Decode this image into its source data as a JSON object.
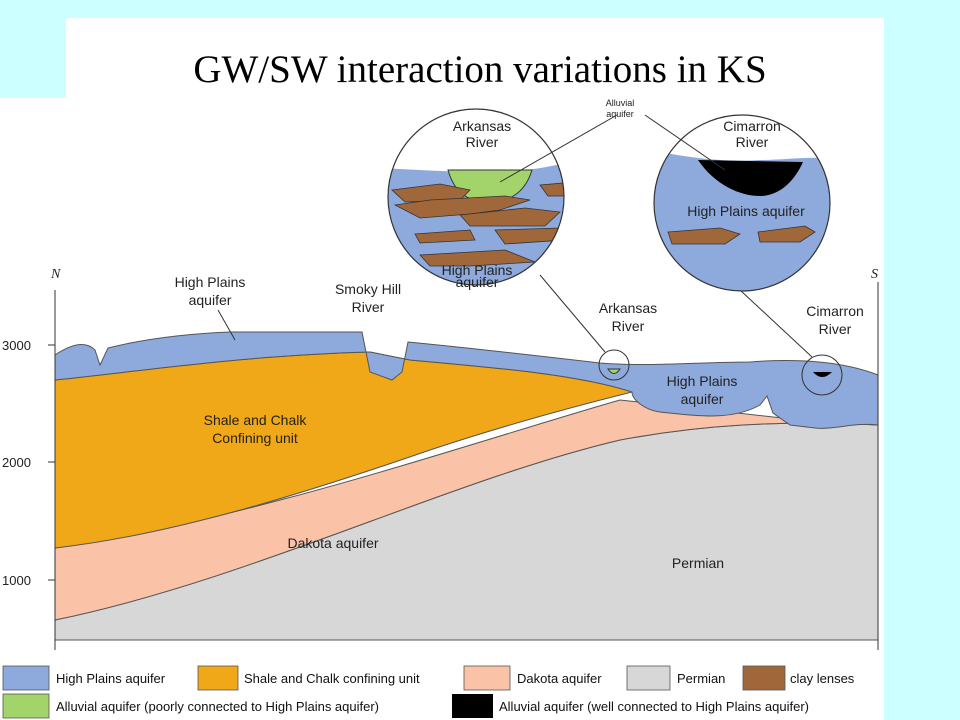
{
  "title": "GW/SW interaction variations in KS",
  "directions": {
    "north": "N",
    "south": "S"
  },
  "y_axis_ticks": [
    "3000",
    "2000",
    "1000"
  ],
  "section_labels": {
    "high_plains_top": [
      "High Plains",
      "aquifer"
    ],
    "smoky_hill": [
      "Smoky Hill",
      "River"
    ],
    "arkansas": [
      "Arkansas",
      "River"
    ],
    "cimarron": [
      "Cimarron",
      "River"
    ],
    "high_plains_right": [
      "High Plains",
      "aquifer"
    ],
    "shale_chalk": [
      "Shale and Chalk",
      "Confining unit"
    ],
    "dakota": "Dakota aquifer",
    "permian": "Permian"
  },
  "inset_left": {
    "river": [
      "Arkansas",
      "River"
    ],
    "alluvial": [
      "Alluvial",
      "aquifer"
    ],
    "aquifer": [
      "High Plains",
      "aquifer"
    ]
  },
  "inset_right": {
    "river": [
      "Cimarron",
      "River"
    ],
    "aquifer": "High Plains aquifer"
  },
  "legend": [
    {
      "label": "High Plains aquifer",
      "color": "#8ea9db"
    },
    {
      "label": "Shale and Chalk confining unit",
      "color": "#f0a818"
    },
    {
      "label": "Dakota aquifer",
      "color": "#fac3a8"
    },
    {
      "label": "Permian",
      "color": "#d7d7d7"
    },
    {
      "label": "clay lenses",
      "color": "#a0683a"
    },
    {
      "label": "Alluvial aquifer (poorly connected to High Plains aquifer)",
      "color": "#a3d46b"
    },
    {
      "label": "Alluvial aquifer (well connected to High Plains aquifer)",
      "color": "#000000"
    }
  ]
}
